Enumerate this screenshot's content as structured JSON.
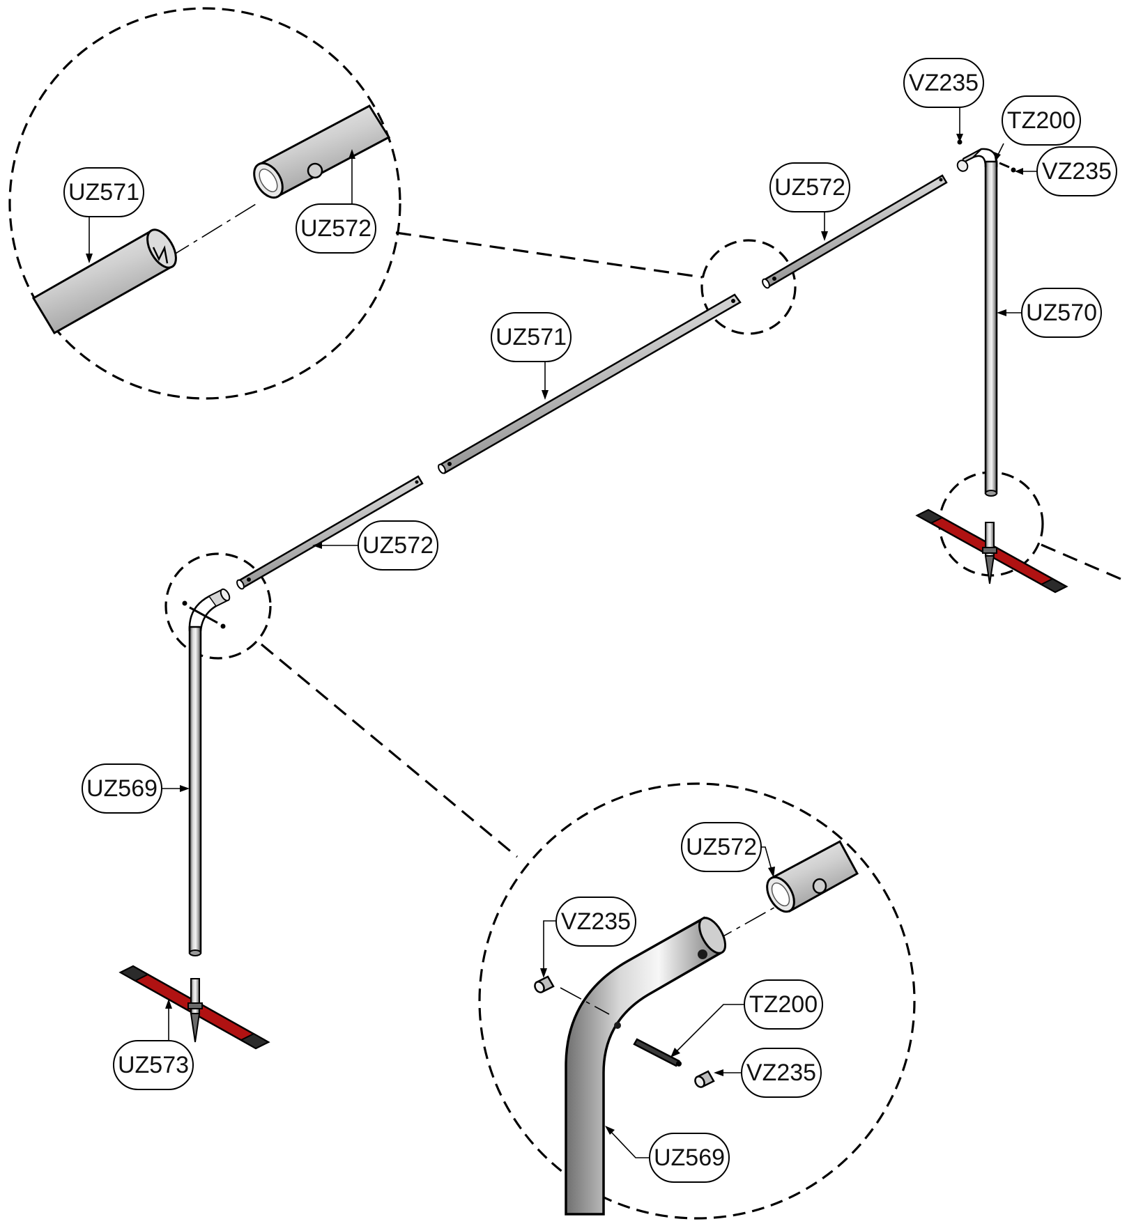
{
  "callouts": {
    "uz571_detail": "UZ571",
    "uz572_detail": "UZ572",
    "vz235_top": "VZ235",
    "tz200_top": "TZ200",
    "vz235_top_right": "VZ235",
    "uz572_upper": "UZ572",
    "uz570": "UZ570",
    "uz571_middle": "UZ571",
    "uz572_lower": "UZ572",
    "uz569": "UZ569",
    "uz573": "UZ573",
    "uz572_zoom": "UZ572",
    "vz235_zoom_left": "VZ235",
    "tz200_zoom": "TZ200",
    "vz235_zoom_right": "VZ235",
    "uz569_zoom": "UZ569"
  },
  "colors": {
    "tube_light": "#f2f2f2",
    "tube_mid": "#bdbdbd",
    "tube_dark": "#6e6e6e",
    "base_red": "#b01212",
    "base_dark": "#2b2b2b",
    "line": "#000000"
  }
}
